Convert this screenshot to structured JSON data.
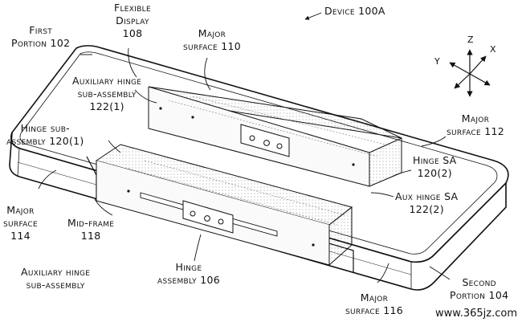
{
  "labels": {
    "device": "Device 100A",
    "first_portion": [
      "First",
      "Portion 102"
    ],
    "flexible_display": [
      "Flexible",
      "Display",
      "108"
    ],
    "major_surface_110": [
      "Major",
      "surface 110"
    ],
    "aux_hinge_122_1": [
      "Auxiliary hinge",
      "sub-assembly",
      "122(1)"
    ],
    "hinge_sub_120_1": [
      "Hinge sub-",
      "assembly 120(1)"
    ],
    "major_surface_112": [
      "Major",
      "surface 112"
    ],
    "hinge_sa_120_2": [
      "Hinge SA",
      "120(2)"
    ],
    "aux_hinge_sa_122_2": [
      "Aux hinge SA",
      "122(2)"
    ],
    "major_surface_114": [
      "Major",
      "surface",
      "114"
    ],
    "mid_frame": [
      "Mid-frame",
      "118"
    ],
    "aux_hinge_sub": [
      "Auxiliary hinge",
      "sub-assembly"
    ],
    "hinge_assembly": [
      "Hinge",
      "assembly 106"
    ],
    "major_surface_116": [
      "Major",
      "surface 116"
    ],
    "second_portion": [
      "Second",
      "Portion 104"
    ]
  },
  "axes": {
    "z": "Z",
    "x": "X",
    "y": "Y"
  },
  "watermark": "www.365jz.com"
}
